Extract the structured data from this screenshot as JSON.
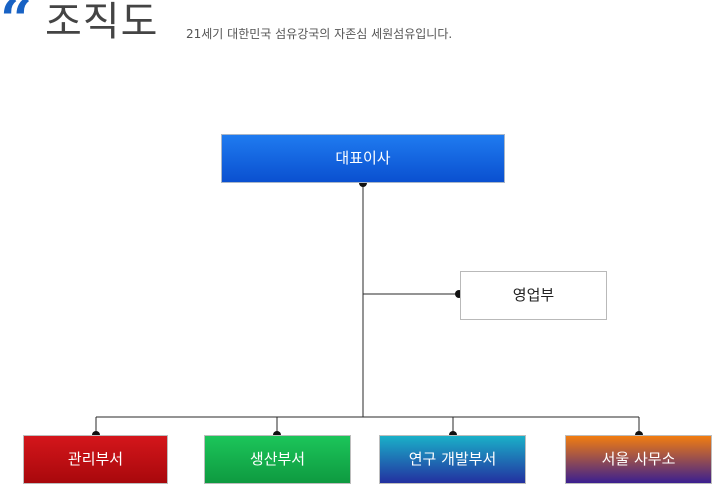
{
  "header": {
    "quote_mark": "“",
    "title": "조직도",
    "subtitle": "21세기 대한민국 섬유강국의 자존심 세원섬유입니다."
  },
  "org_chart": {
    "root": {
      "label": "대표이사",
      "color_top": "#1f7bf0",
      "color_bottom": "#0a50d0"
    },
    "side_branch": {
      "label": "영업부"
    },
    "departments": [
      {
        "label": "관리부서",
        "color_top": "#d4161b",
        "color_bottom": "#a8080c"
      },
      {
        "label": "생산부서",
        "color_top": "#1cc55a",
        "color_bottom": "#0e9a40"
      },
      {
        "label": "연구 개발부서",
        "color_top": "#1ab0c8",
        "color_bottom": "#2330a0"
      },
      {
        "label": "서울 사무소",
        "color_top": "#f27d10",
        "color_bottom": "#3a1f90"
      }
    ]
  }
}
